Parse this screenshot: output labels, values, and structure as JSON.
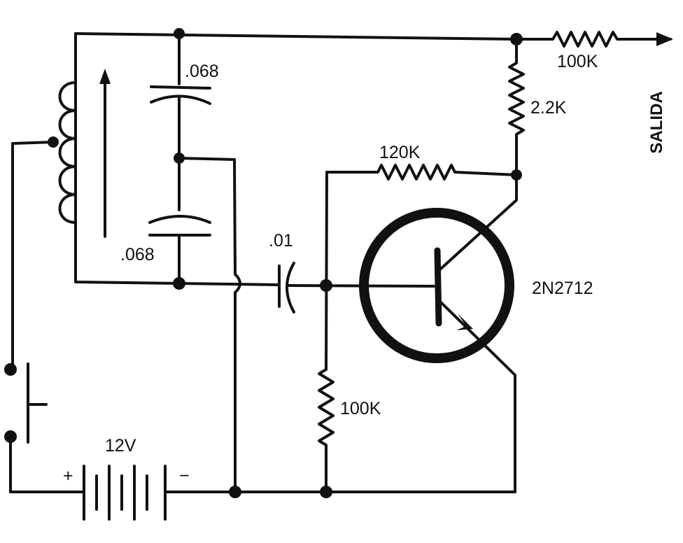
{
  "diagram": {
    "output_label": "SALIDA",
    "components": {
      "r_output": "100K",
      "r_collector": "2.2K",
      "r_feedback": "120K",
      "r_base": "100K",
      "c_top": ".068",
      "c_bottom": ".068",
      "c_coupling": ".01",
      "transistor": "2N2712",
      "battery_voltage": "12V",
      "battery_plus": "+",
      "battery_minus": "−"
    }
  }
}
